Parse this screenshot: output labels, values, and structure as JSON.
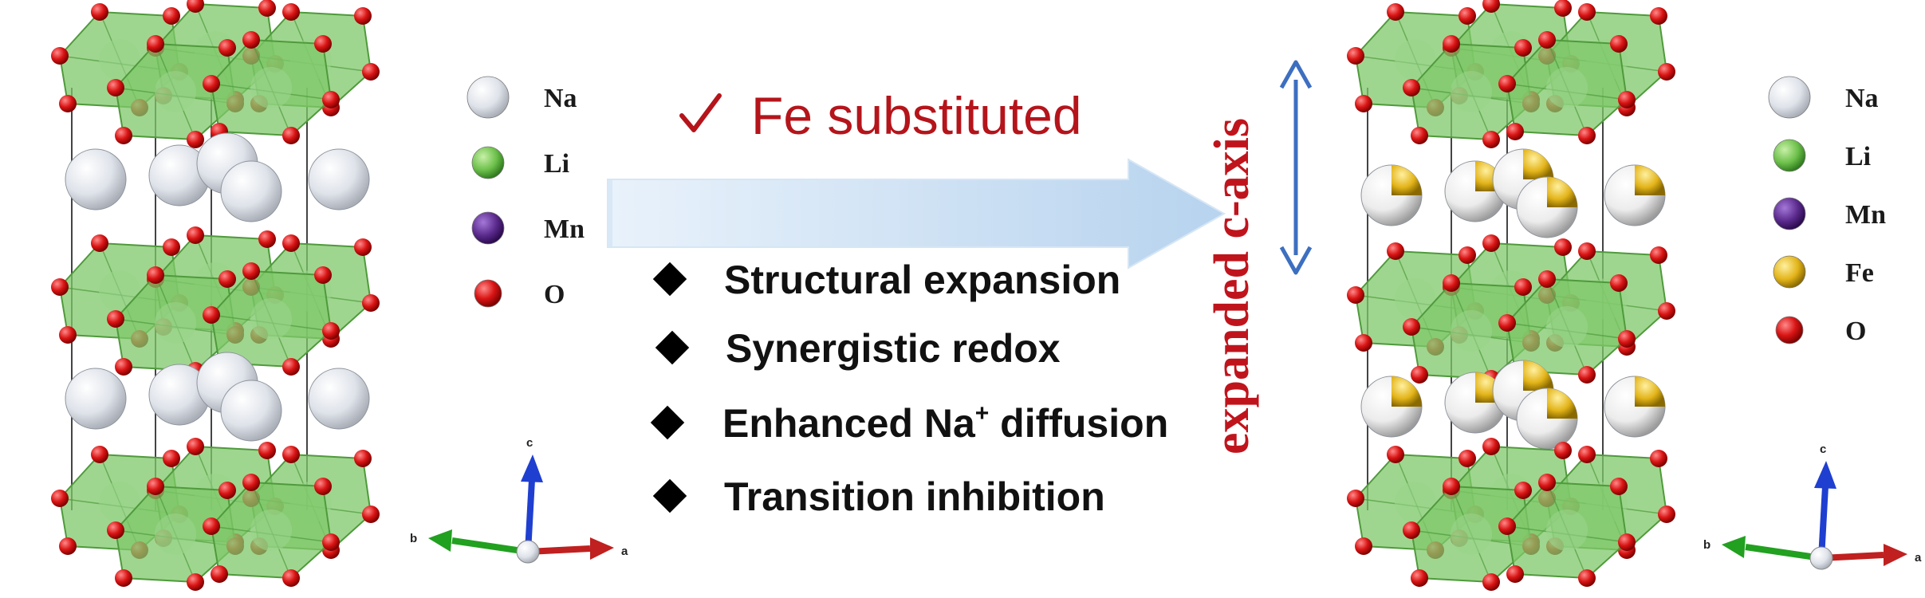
{
  "headline": {
    "check_glyph": "✓",
    "title": "Fe substituted"
  },
  "features": [
    {
      "label": "Structural expansion"
    },
    {
      "label": "Synergistic redox"
    },
    {
      "label": "Enhanced Na",
      "sup": "+",
      "tail": " diffusion"
    },
    {
      "label": "Transition inhibition"
    }
  ],
  "vertical_label": "expanded c-axis",
  "legend_left": [
    {
      "symbol": "Na",
      "color": "#e8e8ea"
    },
    {
      "symbol": "Li",
      "color": "#6cc04a"
    },
    {
      "symbol": "Mn",
      "color": "#5a2a8c"
    },
    {
      "symbol": "O",
      "color": "#d01010"
    }
  ],
  "legend_right": [
    {
      "symbol": "Na",
      "color": "#e8e8ea"
    },
    {
      "symbol": "Li",
      "color": "#6cc04a"
    },
    {
      "symbol": "Mn",
      "color": "#5a2a8c"
    },
    {
      "symbol": "Fe",
      "color": "#e3b41a"
    },
    {
      "symbol": "O",
      "color": "#d01010"
    }
  ],
  "axes": {
    "a": "a",
    "b": "b",
    "c": "c"
  },
  "colors": {
    "octahedra": "#7fc86a",
    "oxygen": "#d91414",
    "sodium": "#dfe3ea",
    "iron": "#e0b520",
    "arrow_fill": "#bcd8f0",
    "double_arrow": "#3d6fc0",
    "axis_a": "#c02020",
    "axis_b": "#22a020",
    "axis_c": "#1f3fd0"
  }
}
